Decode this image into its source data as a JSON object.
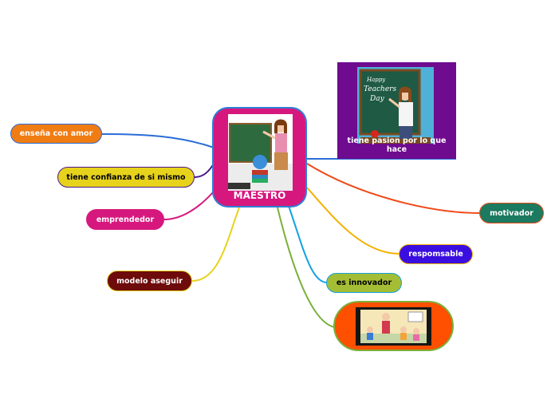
{
  "map": {
    "central": {
      "title": "MAESTRO",
      "image_icon": "teacher-at-blackboard-illustration"
    },
    "branches": {
      "ensena": "enseña con amor",
      "confianza": "tiene confianza  de si mismo",
      "emprendedor": "emprendedor",
      "asegurar": "modelo aseguir",
      "pasion": "tiene pasion por lo que hace",
      "motivador": "motivador",
      "responsable": "respomsable",
      "innovador": "es innovador"
    },
    "pasion_image_icon": "teachers-day-illustration",
    "bottom_image_icon": "teacher-with-children-illustration"
  },
  "colors": {
    "central_fill": "#d6187e",
    "ensena": "#f07d14",
    "confianza": "#e7d21c",
    "emprendedor": "#d6187e",
    "asegurar": "#6e0b0b",
    "pasion": "#6e0b8f",
    "motivador": "#1b7a5f",
    "responsable": "#3b0ee0",
    "innovador": "#a3be35",
    "bottom_image": "#ff4f00"
  }
}
